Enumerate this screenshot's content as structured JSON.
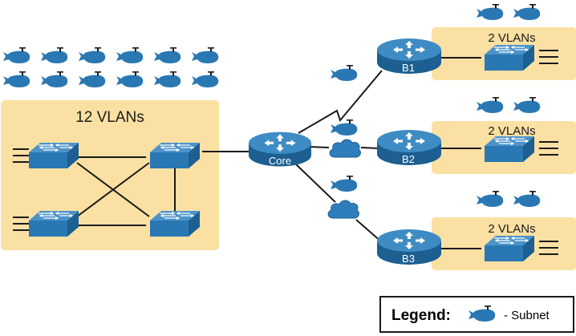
{
  "campus": {
    "vlan_label": "12 VLANs"
  },
  "core_router": {
    "label": "Core"
  },
  "branches": [
    {
      "router_label": "B1",
      "vlan_label": "2 VLANs"
    },
    {
      "router_label": "B2",
      "vlan_label": "2 VLANs"
    },
    {
      "router_label": "B3",
      "vlan_label": "2 VLANs"
    }
  ],
  "legend": {
    "title": "Legend:",
    "item_label": "- Subnet",
    "item_icon": "subnet-whale-icon"
  },
  "colors": {
    "device_blue": "#2a78b3",
    "device_dark": "#1c5f90",
    "zone_fill": "#fbe0a3",
    "cloud_fill": "#2f7dbb"
  }
}
